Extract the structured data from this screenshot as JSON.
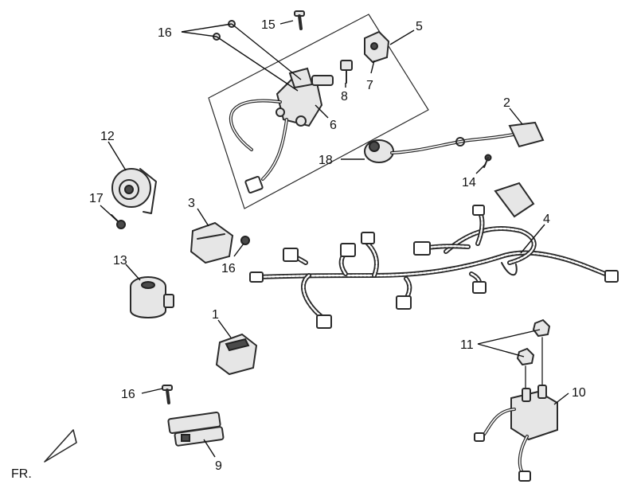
{
  "callouts": {
    "c1": "1",
    "c2": "2",
    "c3": "3",
    "c4": "4",
    "c5": "5",
    "c6": "6",
    "c7": "7",
    "c8": "8",
    "c9": "9",
    "c10": "10",
    "c11": "11",
    "c12": "12",
    "c13": "13",
    "c14": "14",
    "c15": "15",
    "c16a": "16",
    "c16b": "16",
    "c16c": "16",
    "c17": "17",
    "c18": "18"
  },
  "direction": {
    "label": "FR."
  }
}
